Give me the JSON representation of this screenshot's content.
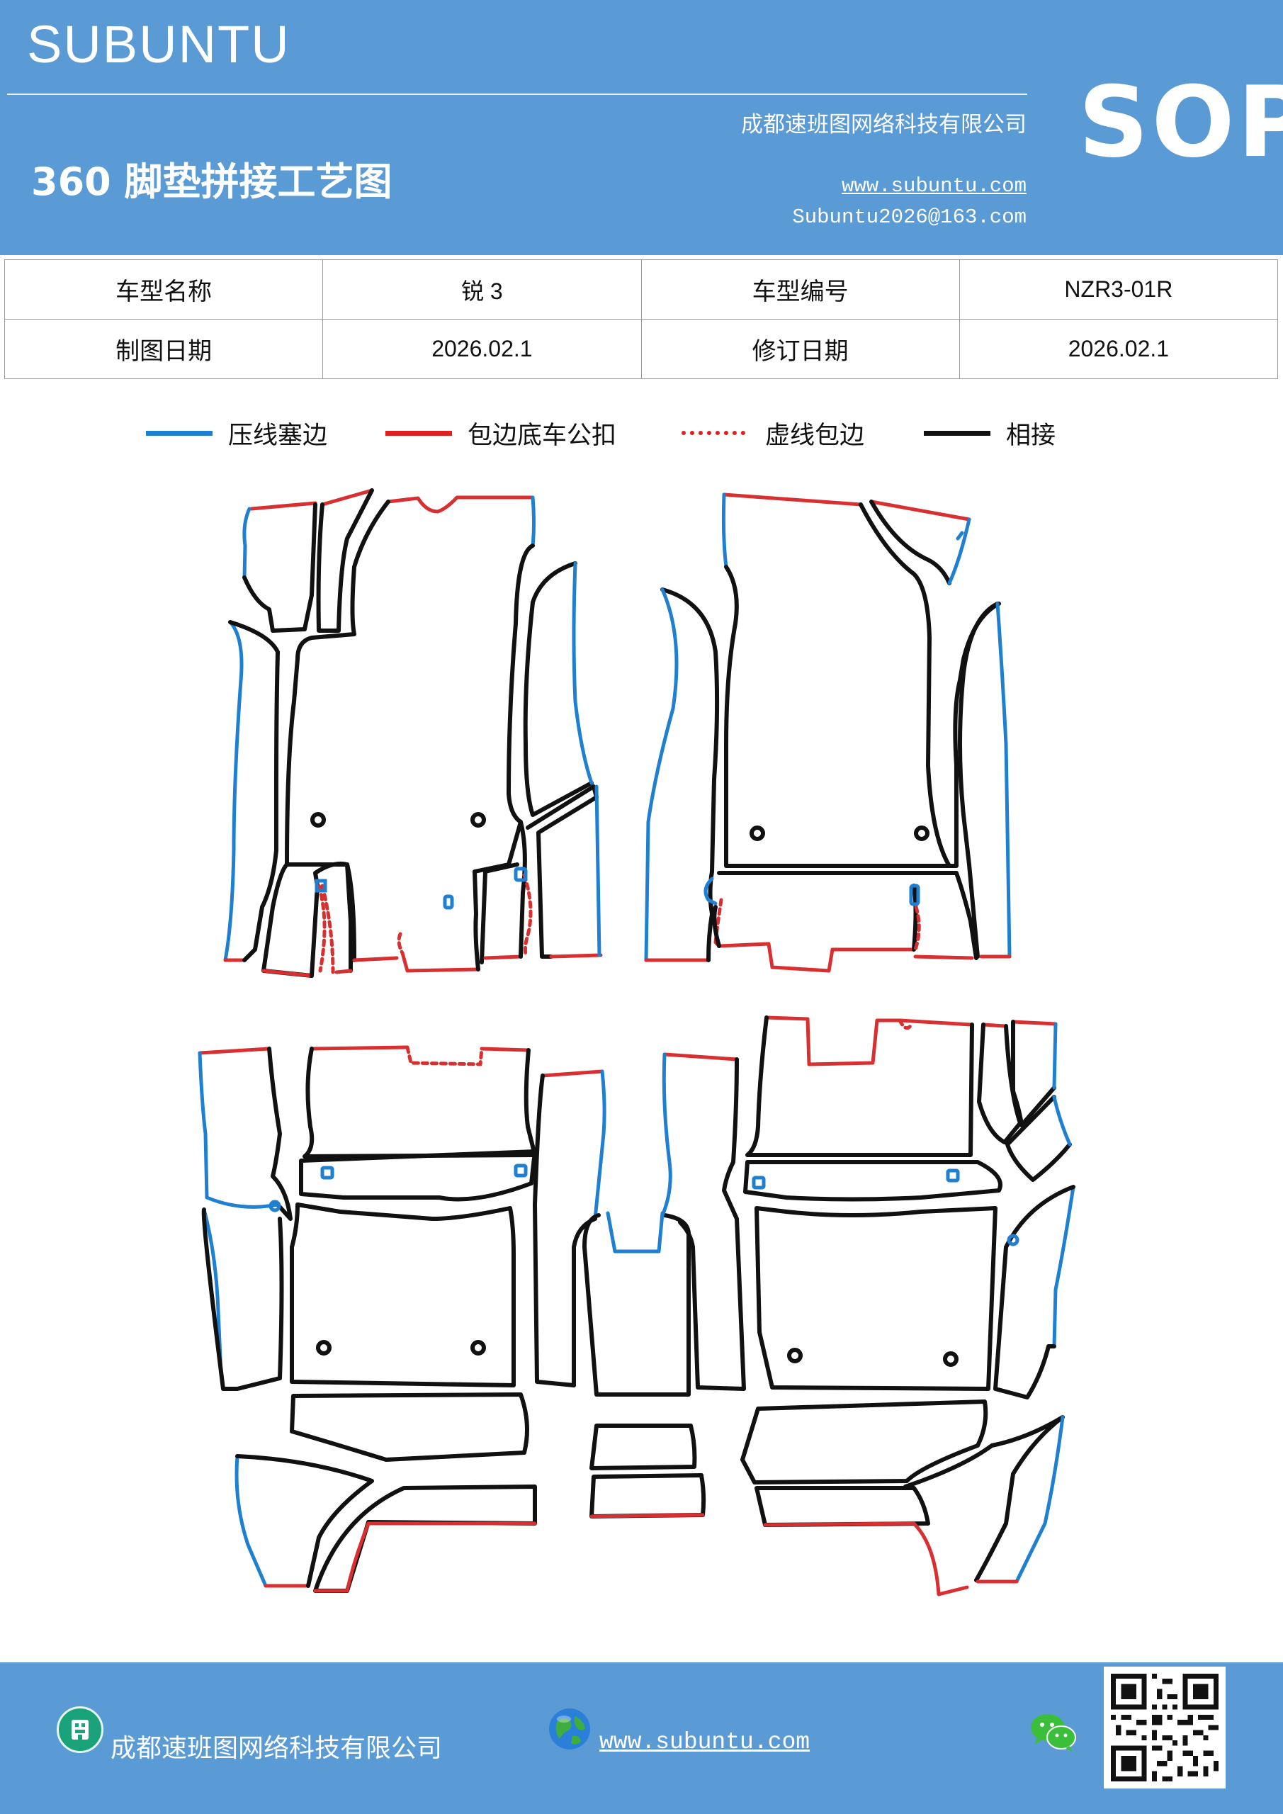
{
  "header": {
    "brand": "SUBUNTU",
    "title": "360 脚垫拼接工艺图",
    "company": "成都速班图网络科技有限公司",
    "website": "www.subuntu.com",
    "email": "Subuntu2026@163.com",
    "badge": "SOP"
  },
  "info_table": {
    "rows": [
      {
        "label1": "车型名称",
        "value1": "锐 3",
        "label2": "车型编号",
        "value2": "NZR3-01R"
      },
      {
        "label1": "制图日期",
        "value1": "2026.02.1",
        "label2": "修订日期",
        "value2": "2026.02.1"
      }
    ]
  },
  "legend": [
    {
      "label": "压线塞边",
      "color": "#1f7fd0",
      "style": "solid"
    },
    {
      "label": "包边底车公扣",
      "color": "#e02020",
      "style": "solid"
    },
    {
      "label": "虚线包边",
      "color": "#e02020",
      "style": "dotted"
    },
    {
      "label": "相接",
      "color": "#111111",
      "style": "solid"
    }
  ],
  "footer": {
    "company": "成都速班图网络科技有限公司",
    "website": "www.subuntu.com"
  },
  "icons": {
    "building": "building-icon",
    "globe": "globe-icon",
    "wechat": "wechat-icon",
    "qr": "qr-code"
  }
}
